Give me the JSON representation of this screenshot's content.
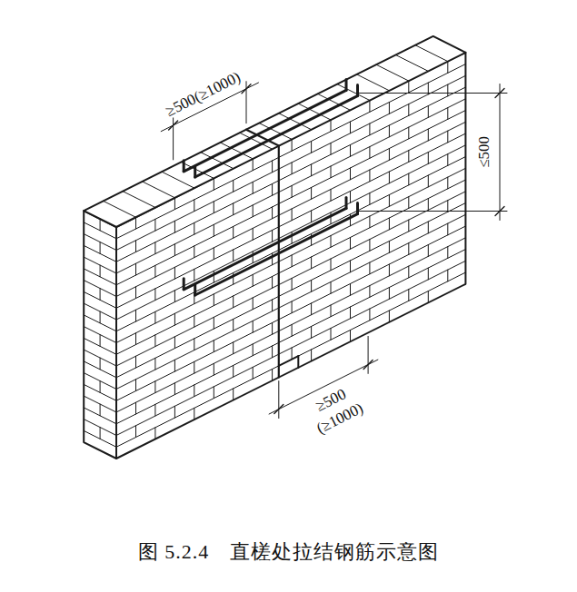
{
  "diagram": {
    "caption": "图 5.2.4　直槎处拉结钢筋示意图",
    "labels": [
      "≥500(≥1000)",
      "≤500",
      "≥500",
      "(≥1000)"
    ]
  }
}
